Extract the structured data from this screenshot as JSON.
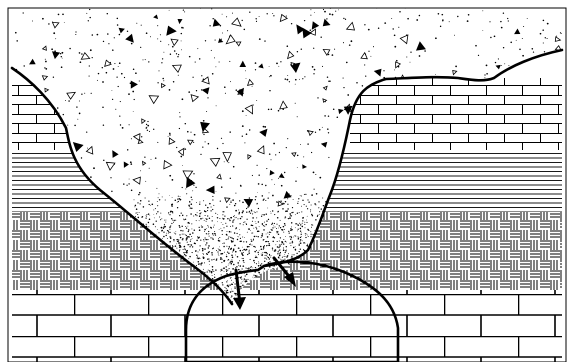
{
  "diagram": {
    "colors": {
      "ink": "#000000",
      "paper": "#ffffff",
      "fill_dots": "#000000"
    },
    "layers": [
      "brick-wall-upper-left",
      "brick-wall-upper-right",
      "horizontal-bedding",
      "woven-hatch-layer",
      "large-brick-base"
    ],
    "fill": [
      "coarse-rubble-fill",
      "fine-dotted-fill"
    ],
    "cavity": "arched-void",
    "arrows": [
      "down-arrow-left",
      "down-arrow-right"
    ]
  }
}
